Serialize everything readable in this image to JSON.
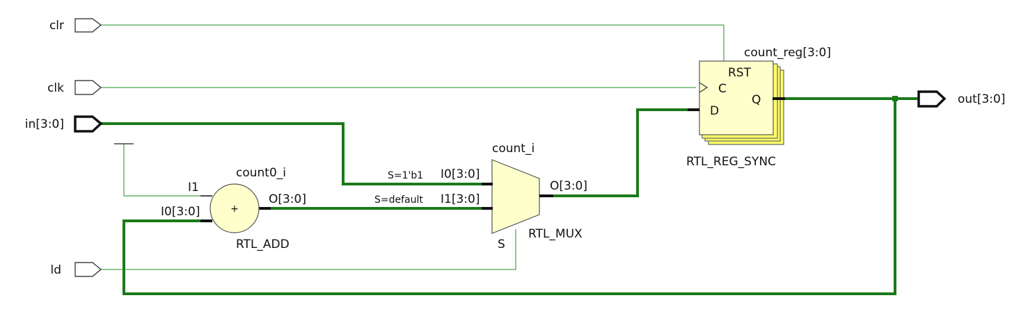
{
  "ports": {
    "clr": "clr",
    "clk": "clk",
    "in": "in[3:0]",
    "ld": "ld",
    "out": "out[3:0]"
  },
  "adder": {
    "instance": "count0_i",
    "type": "RTL_ADD",
    "symbol": "+",
    "pin_i1": "I1",
    "pin_i0": "I0[3:0]",
    "pin_o": "O[3:0]"
  },
  "mux": {
    "instance": "count_i",
    "type": "RTL_MUX",
    "pin_i0": "I0[3:0]",
    "pin_i1": "I1[3:0]",
    "pin_s": "S",
    "pin_o": "O[3:0]",
    "cond_i0": "S=1'b1",
    "cond_i1": "S=default"
  },
  "register": {
    "instance": "count_reg[3:0]",
    "type": "RTL_REG_SYNC",
    "pin_rst": "RST",
    "pin_c": "C",
    "pin_d": "D",
    "pin_q": "Q"
  },
  "colors": {
    "wire": "#1a7a1a",
    "cell_fill": "#ffffcc",
    "reg_stack_fill": "#ffff66"
  }
}
